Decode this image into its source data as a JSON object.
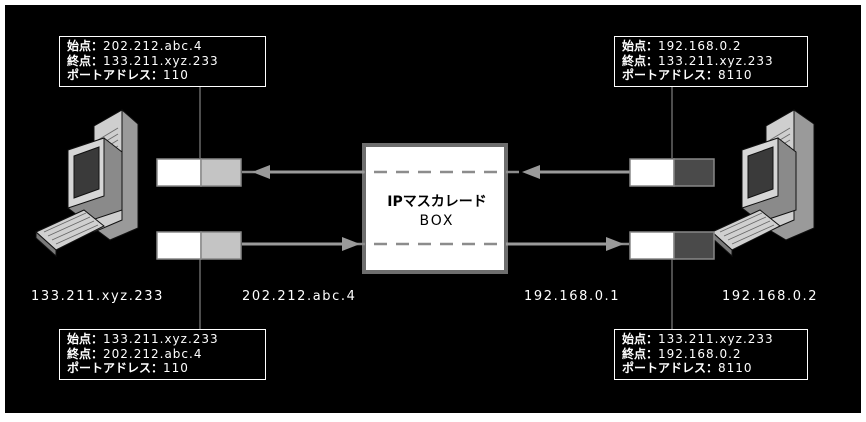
{
  "boxes": {
    "top_left": {
      "start_label": "始点：",
      "start": "202.212.abc.4",
      "end_label": "終点：",
      "end": "133.211.xyz.233",
      "port_label": "ポートアドレス：",
      "port": "110"
    },
    "top_right": {
      "start_label": "始点：",
      "start": "192.168.0.2",
      "end_label": "終点：",
      "end": "133.211.xyz.233",
      "port_label": "ポートアドレス：",
      "port": "8110"
    },
    "bottom_left": {
      "start_label": "始点：",
      "start": "133.211.xyz.233",
      "end_label": "終点：",
      "end": "202.212.abc.4",
      "port_label": "ポートアドレス：",
      "port": "110"
    },
    "bottom_right": {
      "start_label": "始点：",
      "start": "133.211.xyz.233",
      "end_label": "終点：",
      "end": "192.168.0.2",
      "port_label": "ポートアドレス：",
      "port": "8110"
    }
  },
  "masquerade_box": {
    "line1": "IPマスカレード",
    "line2": "BOX"
  },
  "addresses": {
    "left_pc": "133.211.xyz.233",
    "box_outside": "202.212.abc.4",
    "box_inside": "192.168.0.1",
    "right_pc": "192.168.0.2"
  },
  "colors": {
    "background": "#000000",
    "box_fill": "#ffffff",
    "box_border": "#6e6e6e",
    "arrow": "#9a9a9a",
    "dashed": "#8c8c8c",
    "packet_light": "#c4c4c4",
    "packet_dark": "#4a4a4a"
  }
}
